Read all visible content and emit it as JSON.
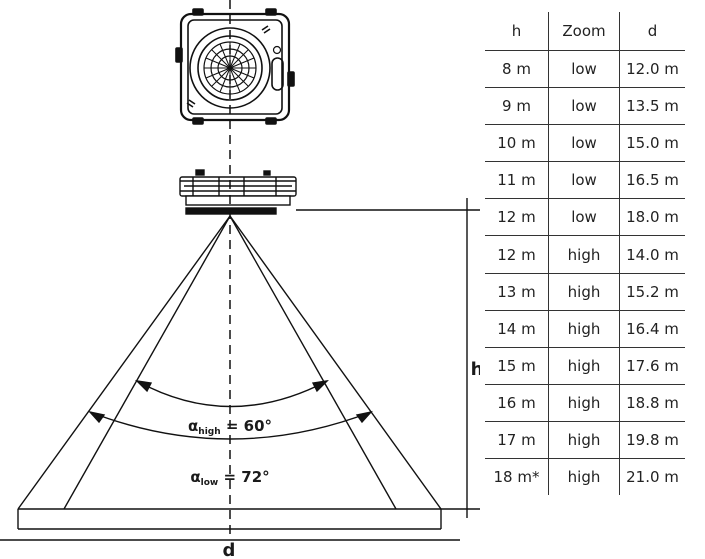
{
  "labels": {
    "h": "h",
    "d": "d",
    "alpha_high": {
      "symbol": "α",
      "sub": "high",
      "value": " = 60°"
    },
    "alpha_low": {
      "symbol": "α",
      "sub": "low",
      "value": " = 72°"
    }
  },
  "table": {
    "headers": [
      "h",
      "Zoom",
      "d"
    ],
    "rows": [
      [
        "8 m",
        "low",
        "12.0 m"
      ],
      [
        "9 m",
        "low",
        "13.5 m"
      ],
      [
        "10 m",
        "low",
        "15.0 m"
      ],
      [
        "11 m",
        "low",
        "16.5 m"
      ],
      [
        "12 m",
        "low",
        "18.0 m"
      ],
      [
        "12 m",
        "high",
        "14.0 m"
      ],
      [
        "13 m",
        "high",
        "15.2 m"
      ],
      [
        "14 m",
        "high",
        "16.4 m"
      ],
      [
        "15 m",
        "high",
        "17.6 m"
      ],
      [
        "16 m",
        "high",
        "18.8 m"
      ],
      [
        "17 m",
        "high",
        "19.8 m"
      ],
      [
        "18 m*",
        "high",
        "21.0 m"
      ]
    ]
  }
}
